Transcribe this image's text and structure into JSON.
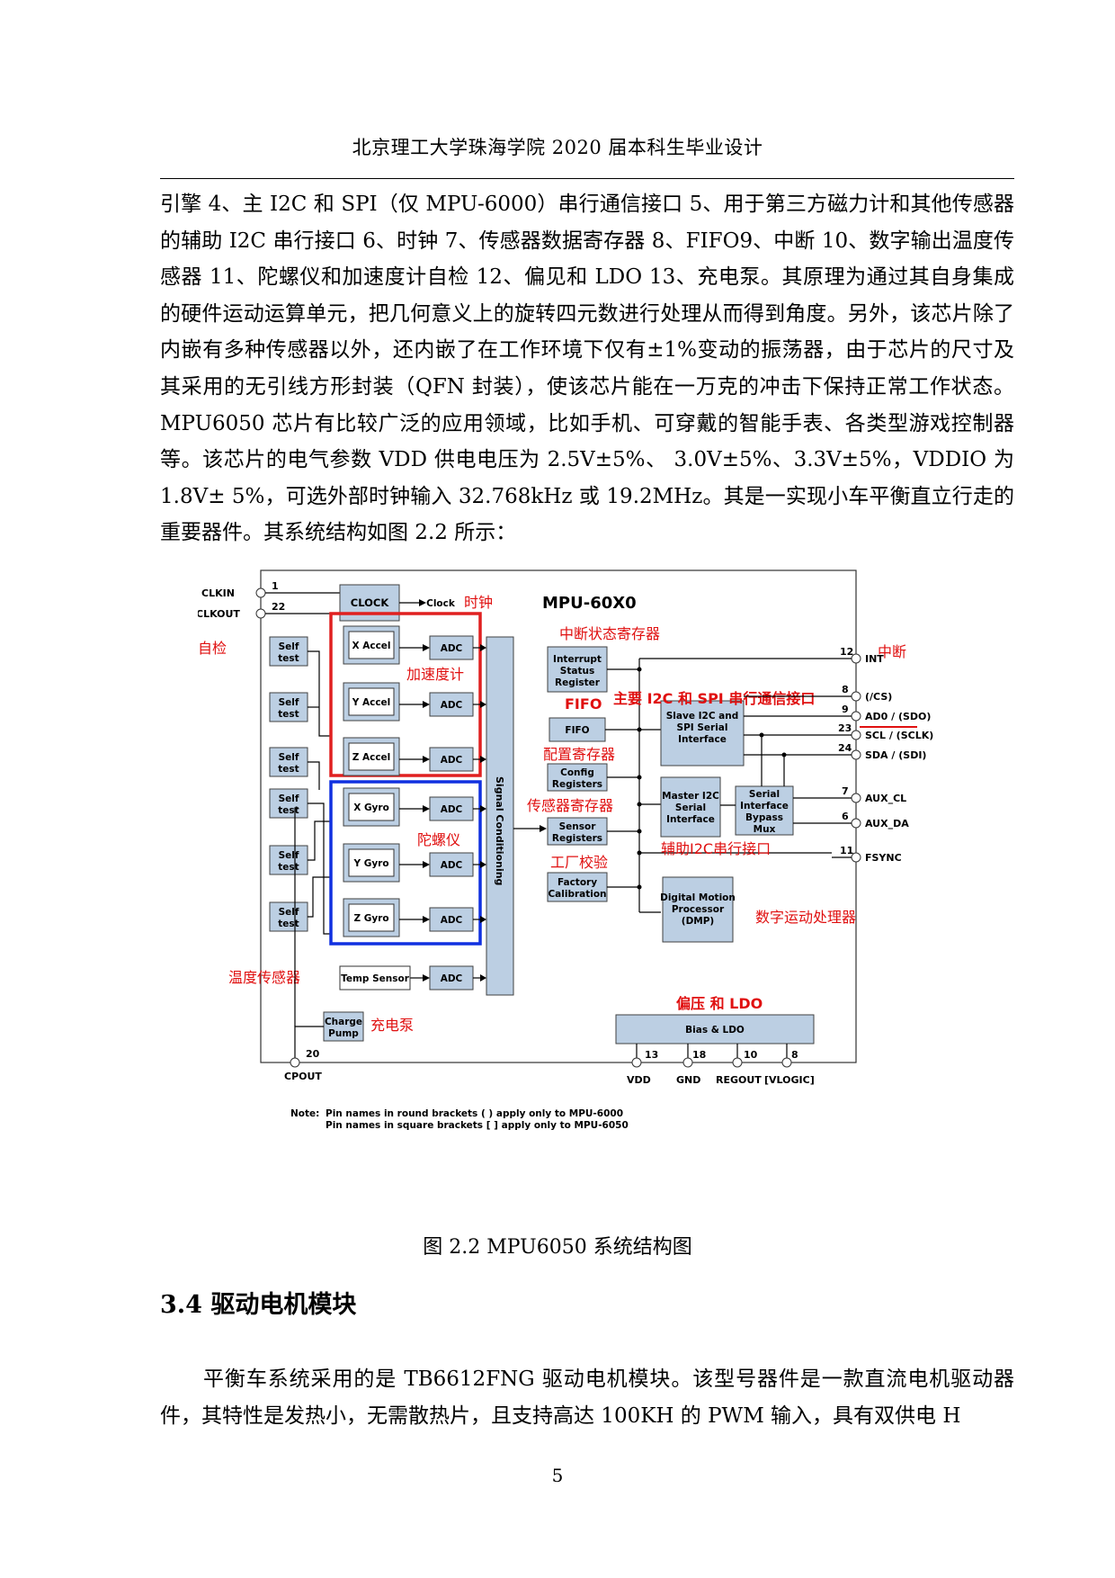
{
  "header": {
    "title": "北京理工大学珠海学院 2020 届本科生毕业设计"
  },
  "paragraph1": "引擎 4、主 I2C 和 SPI（仅 MPU-6000）串行通信接口 5、用于第三方磁力计和其他传感器的辅助 I2C 串行接口 6、时钟 7、传感器数据寄存器 8、FIFO9、中断 10、数字输出温度传感器 11、陀螺仪和加速度计自检 12、偏见和 LDO 13、充电泵。其原理为通过其自身集成的硬件运动运算单元，把几何意义上的旋转四元数进行处理从而得到角度。另外，该芯片除了内嵌有多种传感器以外，还内嵌了在工作环境下仅有±1%变动的振荡器，由于芯片的尺寸及其采用的无引线方形封装（QFN 封装），使该芯片能在一万克的冲击下保持正常工作状态。MPU6050 芯片有比较广泛的应用领域，比如手机、可穿戴的智能手表、各类型游戏控制器等。该芯片的电气参数 VDD 供电电压为 2.5V±5%、 3.0V±5%、3.3V±5%，VDDIO 为 1.8V± 5%，可选外部时钟输入 32.768kHz 或 19.2MHz。其是一实现小车平衡直立行走的重要器件。其系统结构如图 2.2 所示：",
  "figure": {
    "chip_title": "MPU-60X0",
    "clock": {
      "block": "CLOCK",
      "output": "Clock"
    },
    "pins_left": {
      "clkin": "CLKIN",
      "clkout": "CLKOUT",
      "clkin_num": "1",
      "clkout_num": "22",
      "cpout": "CPOUT",
      "cpout_num": "20"
    },
    "self_test": [
      "Self",
      "test"
    ],
    "sensors": {
      "x_accel": "X Accel",
      "y_accel": "Y Accel",
      "z_accel": "Z Accel",
      "x_gyro": "X Gyro",
      "y_gyro": "Y Gyro",
      "z_gyro": "Z Gyro",
      "temp": "Temp Sensor",
      "adc": "ADC"
    },
    "signal_conditioning": "Signal Conditioning",
    "charge_pump": [
      "Charge",
      "Pump"
    ],
    "registers": {
      "interrupt": [
        "Interrupt",
        "Status",
        "Register"
      ],
      "fifo": "FIFO",
      "config": [
        "Config",
        "Registers"
      ],
      "sensor": [
        "Sensor",
        "Registers"
      ],
      "factory": [
        "Factory",
        "Calibration"
      ]
    },
    "slave": [
      "Slave I2C and",
      "SPI Serial",
      "Interface"
    ],
    "master": [
      "Master I2C",
      "Serial",
      "Interface"
    ],
    "bypass": [
      "Serial",
      "Interface",
      "Bypass",
      "Mux"
    ],
    "dmp": [
      "Digital Motion",
      "Processor",
      "(DMP)"
    ],
    "bias_ldo": "Bias & LDO",
    "pins_right": [
      {
        "num": "12",
        "name": "INT"
      },
      {
        "num": "8",
        "name": "(/CS)"
      },
      {
        "num": "9",
        "name": "AD0 / (SDO)"
      },
      {
        "num": "23",
        "name": "SCL / (SCLK)"
      },
      {
        "num": "24",
        "name": "SDA / (SDI)"
      },
      {
        "num": "7",
        "name": "AUX_CL"
      },
      {
        "num": "6",
        "name": "AUX_DA"
      },
      {
        "num": "11",
        "name": "FSYNC"
      }
    ],
    "pins_bottom": [
      {
        "num": "13",
        "name": "VDD"
      },
      {
        "num": "18",
        "name": "GND"
      },
      {
        "num": "10",
        "name": "REGOUT"
      },
      {
        "num": "8",
        "name": "[VLOGIC]"
      }
    ],
    "annotations": {
      "clock_cn": "时钟",
      "self_test_cn": "自检",
      "accel_cn": "加速度计",
      "gyro_cn": "陀螺仪",
      "temp_cn": "温度传感器",
      "pump_cn": "充电泵",
      "interrupt_cn": "中断状态寄存器",
      "fifo_cn": "FIFO",
      "config_cn": "配置寄存器",
      "sensor_cn": "传感器寄存器",
      "factory_cn": "工厂校验",
      "int_cn": "中断",
      "main_i2c_cn": "主要 I2C 和 SPI 串行通信接口",
      "aux_i2c_cn": "辅助I2C串行接口",
      "dmp_cn": "数字运动处理器",
      "bias_cn": "偏压 和 LDO"
    },
    "note_label": "Note:",
    "note_lines": [
      "Pin names in round brackets ( ) apply only to MPU-6000",
      "Pin names in square brackets [ ] apply only to MPU-6050"
    ],
    "colors": {
      "block_fill": "#bccfe3",
      "accel_box": "#e02020",
      "gyro_box": "#1030e0",
      "annotation": "#e01010"
    }
  },
  "caption": "图 2.2 MPU6050 系统结构图",
  "section_title": "3.4 驱动电机模块",
  "paragraph2": "平衡车系统采用的是 TB6612FNG 驱动电机模块。该型号器件是一款直流电机驱动器件，其特性是发热小，无需散热片，且支持高达 100KH 的 PWM 输入，具有双供电 H",
  "page_number": "5"
}
